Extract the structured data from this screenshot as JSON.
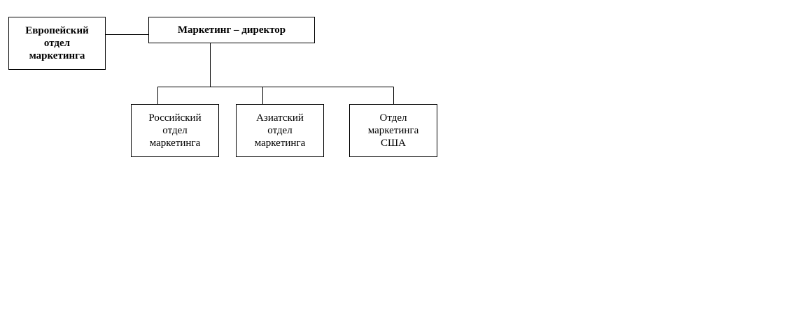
{
  "diagram": {
    "nodes": {
      "director": {
        "label": "Маркетинг – директор",
        "bold": true
      },
      "europe": {
        "lines": [
          "Европейский",
          "отдел",
          "маркетинга"
        ],
        "bold": true
      },
      "russia": {
        "lines": [
          "Российский",
          "отдел",
          "маркетинга"
        ],
        "bold": false
      },
      "asia": {
        "lines": [
          "Азиатский",
          "отдел",
          "маркетинга"
        ],
        "bold": false
      },
      "usa": {
        "lines": [
          "Отдел",
          "маркетинга",
          "США"
        ],
        "bold": false
      }
    },
    "edges": [
      {
        "from": "director",
        "to": "europe"
      },
      {
        "from": "director",
        "to": "russia"
      },
      {
        "from": "director",
        "to": "asia"
      },
      {
        "from": "director",
        "to": "usa"
      }
    ]
  }
}
